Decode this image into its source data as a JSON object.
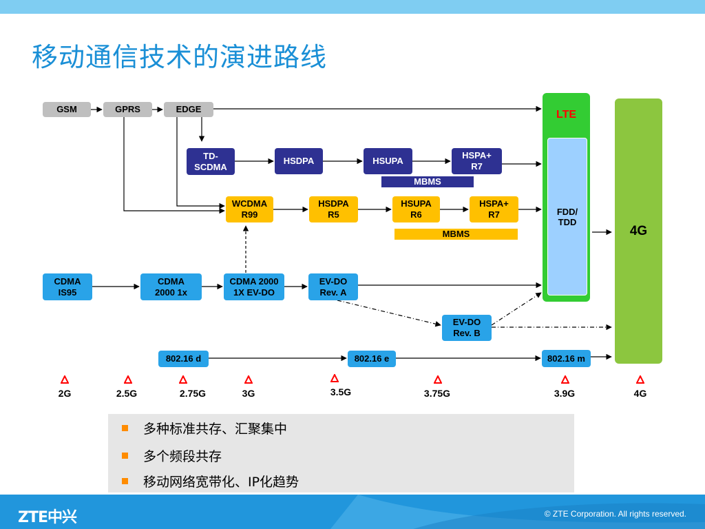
{
  "title": "移动通信技术的演进路线",
  "nodes": {
    "gsm": "GSM",
    "gprs": "GPRS",
    "edge": "EDGE",
    "td_scdma": "TD-\nSCDMA",
    "hsdpa_td": "HSDPA",
    "hsupa_td": "HSUPA",
    "hspa_plus_td": "HSPA+\nR7",
    "mbms_td": "MBMS",
    "wcdma": "WCDMA\nR99",
    "hsdpa_r5": "HSDPA\nR5",
    "hsupa_r6": "HSUPA\nR6",
    "hspa_plus_r7": "HSPA+\nR7",
    "mbms_wcdma": "MBMS",
    "cdma_is95": "CDMA\nIS95",
    "cdma2000_1x": "CDMA\n2000 1x",
    "cdma2000_evdo": "CDMA 2000\n1X EV-DO",
    "evdo_a": "EV-DO\nRev. A",
    "evdo_b": "EV-DO\nRev. B",
    "wimax_d": "802.16 d",
    "wimax_e": "802.16 e",
    "wimax_m": "802.16 m",
    "lte": "LTE",
    "fdd_tdd": "FDD/\nTDD",
    "fourg": "4G"
  },
  "generations": [
    "2G",
    "2.5G",
    "2.75G",
    "3G",
    "3.5G",
    "3.75G",
    "3.9G",
    "4G"
  ],
  "bullets": [
    "多种标准共存、汇聚集中",
    "多个频段共存",
    "移动网络宽带化、IP化趋势"
  ],
  "footer": {
    "logo": "ZTE中兴",
    "copyright": "© ZTE Corporation. All rights reserved."
  },
  "colors": {
    "title": "#1a8fd6",
    "lte_panel": "#33cc33",
    "lte_label": "#ff0000",
    "fourg_panel": "#8cc63f",
    "bullet_marker": "#ff8c00",
    "footer": "#2196dc"
  }
}
